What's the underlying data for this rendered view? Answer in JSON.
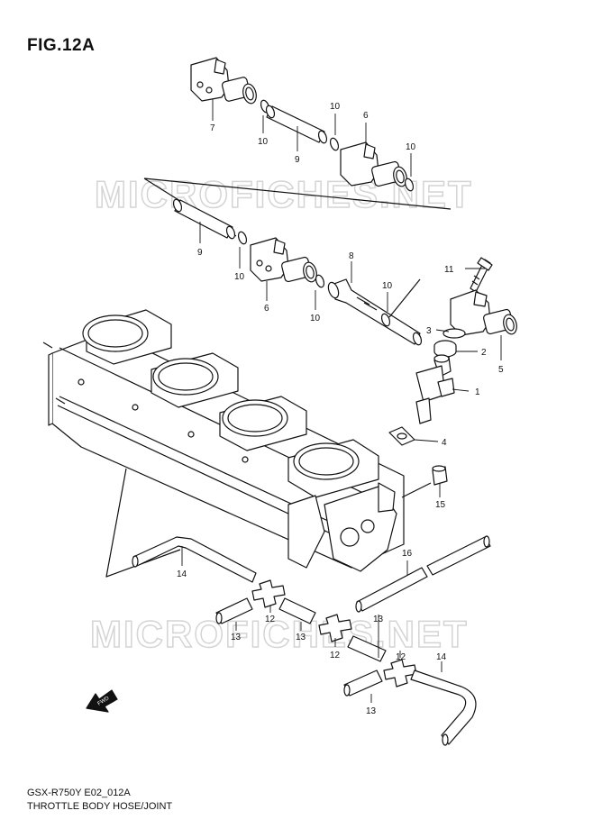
{
  "figure": {
    "title": "FIG.12A",
    "model_code": "GSX-R750Y E02_012A",
    "section_name": "THROTTLE BODY HOSE/JOINT"
  },
  "watermark": {
    "text": "MICROFICHES.NET",
    "color": "#d6d6d6"
  },
  "fwd_label": "FWD",
  "callouts": [
    {
      "id": "c7a",
      "label": "7"
    },
    {
      "id": "c10a",
      "label": "10"
    },
    {
      "id": "c9a",
      "label": "9"
    },
    {
      "id": "c10b",
      "label": "10"
    },
    {
      "id": "c6a",
      "label": "6"
    },
    {
      "id": "c10c",
      "label": "10"
    },
    {
      "id": "c9b",
      "label": "9"
    },
    {
      "id": "c10d",
      "label": "10"
    },
    {
      "id": "c6b",
      "label": "6"
    },
    {
      "id": "c8",
      "label": "8"
    },
    {
      "id": "c10e",
      "label": "10"
    },
    {
      "id": "c10f",
      "label": "10"
    },
    {
      "id": "c11",
      "label": "11"
    },
    {
      "id": "c3",
      "label": "3"
    },
    {
      "id": "c2",
      "label": "2"
    },
    {
      "id": "c5",
      "label": "5"
    },
    {
      "id": "c1",
      "label": "1"
    },
    {
      "id": "c4",
      "label": "4"
    },
    {
      "id": "c15",
      "label": "15"
    },
    {
      "id": "c16",
      "label": "16"
    },
    {
      "id": "c14a",
      "label": "14"
    },
    {
      "id": "c12a",
      "label": "12"
    },
    {
      "id": "c13a",
      "label": "13"
    },
    {
      "id": "c13b",
      "label": "13"
    },
    {
      "id": "c12b",
      "label": "12"
    },
    {
      "id": "c13c",
      "label": "13"
    },
    {
      "id": "c12c",
      "label": "12"
    },
    {
      "id": "c14b",
      "label": "14"
    },
    {
      "id": "c13d",
      "label": "13"
    }
  ]
}
